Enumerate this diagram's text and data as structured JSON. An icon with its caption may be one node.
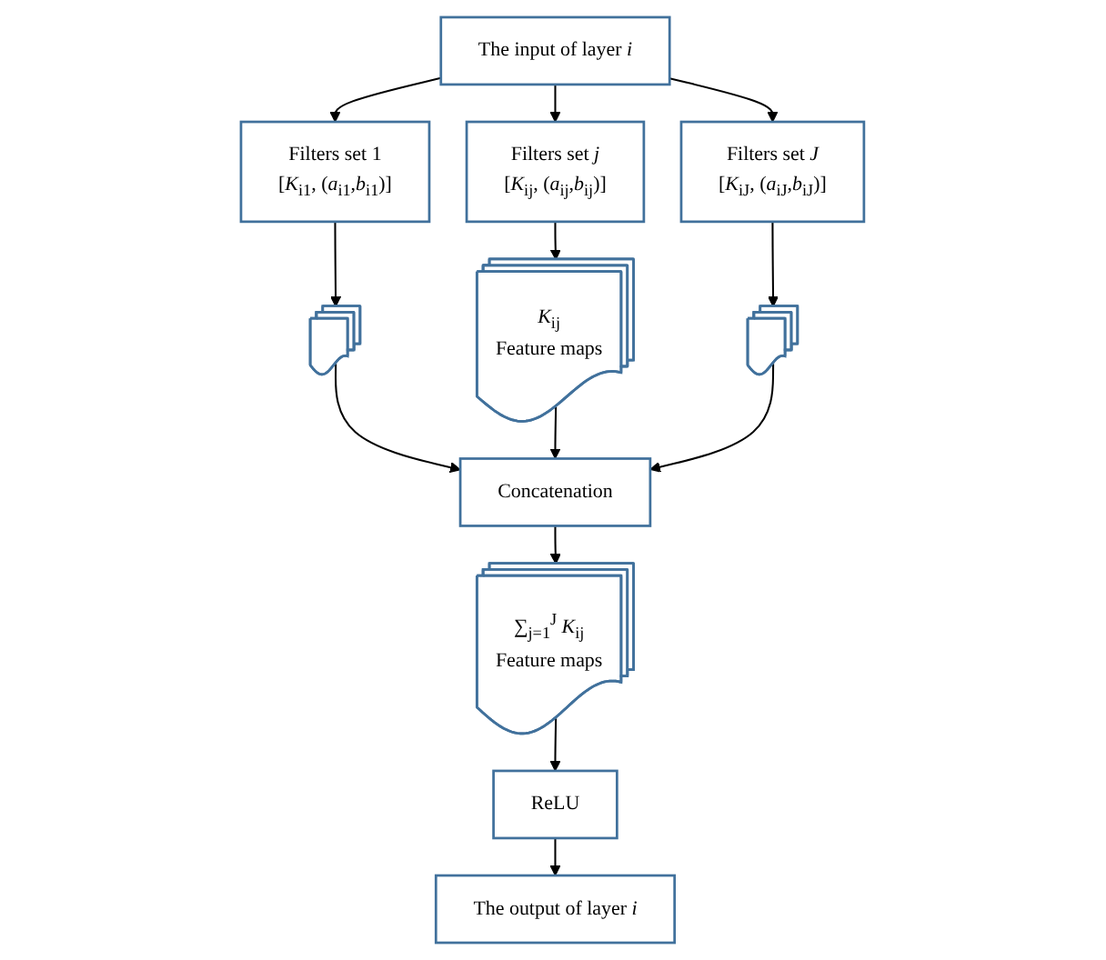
{
  "diagram": {
    "nodes": [
      {
        "text": [
          "The input of layer *i*"
        ]
      },
      {
        "text": [
          "Filters set 1",
          "[*K*$_{i1}$, (*a*$_{i1}$,*b*$_{i1}$)]"
        ]
      },
      {
        "text": [
          "Filters set *j*",
          "[*K*$_{ij}$, (*a*$_{ij}$,*b*$_{ij}$)]"
        ]
      },
      {
        "text": [
          "Filters set *J*",
          "[*K*$_{iJ}$, (*a*$_{iJ}$,*b*$_{iJ}$)]"
        ]
      },
      {
        "text": [],
        "shape": "picture"
      },
      {
        "text": [
          "*K*$_{ij}$",
          "Feature maps"
        ]
      },
      {
        "text": [],
        "shape": "picture"
      },
      {
        "text": [
          "Concatenation"
        ]
      },
      {
        "text": [
          "∑$_{j=1}$$^{J}$ *K*$_{ij}$",
          "Feature maps"
        ]
      },
      {
        "text": [
          "ReLU"
        ]
      },
      {
        "text": [
          "The output of layer *i*"
        ]
      }
    ],
    "edges": [
      {
        "from": 0,
        "to": 1,
        "arrow": "to"
      },
      {
        "from": 0,
        "to": 2,
        "arrow": "to"
      },
      {
        "from": 0,
        "to": 3,
        "arrow": "to"
      },
      {
        "from": 1,
        "to": 4,
        "arrow": "to"
      },
      {
        "from": 2,
        "to": 5,
        "arrow": "to"
      },
      {
        "from": 3,
        "to": 6,
        "arrow": "to"
      },
      {
        "from": 4,
        "to": 7,
        "arrow": "to"
      },
      {
        "from": 5,
        "to": 7,
        "arrow": "to"
      },
      {
        "from": 6,
        "to": 7,
        "arrow": "to"
      },
      {
        "from": 7,
        "to": 8,
        "arrow": "to"
      },
      {
        "from": 8,
        "to": 9,
        "arrow": "to"
      },
      {
        "from": 9,
        "to": 10,
        "arrow": "to"
      }
    ]
  }
}
